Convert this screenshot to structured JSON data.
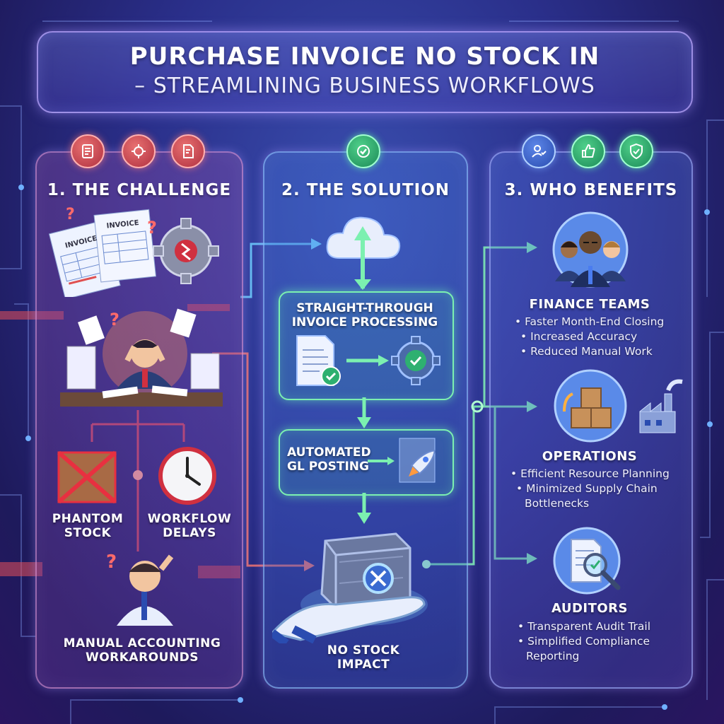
{
  "title": {
    "line1": "PURCHASE INVOICE NO STOCK IN",
    "line2": "– STREAMLINING BUSINESS WORKFLOWS"
  },
  "challenge": {
    "heading": "1. THE CHALLENGE",
    "invoice_label_1": "INVOICE",
    "invoice_label_2": "INVOICE",
    "phantom_stock": [
      "PHANTOM",
      "STOCK"
    ],
    "workflow_delays": [
      "WORKFLOW",
      "DELAYS"
    ],
    "manual_accounting": [
      "MANUAL ACCOUNTING",
      "WORKAROUNDS"
    ]
  },
  "solution": {
    "heading": "2. THE SOLUTION",
    "straight_through": [
      "STRAIGHT-THROUGH",
      "INVOICE PROCESSING"
    ],
    "automated_gl": [
      "AUTOMATED",
      "GL POSTING"
    ],
    "no_stock": [
      "NO STOCK",
      "IMPACT"
    ]
  },
  "benefits": {
    "heading": "3. WHO BENEFITS",
    "groups": [
      {
        "title": "FINANCE TEAMS",
        "items": [
          "• Faster Month-End Closing",
          "• Increased Accuracy",
          "• Reduced Manual Work"
        ]
      },
      {
        "title": "OPERATIONS",
        "items": [
          "• Efficient Resource Planning",
          "• Minimized Supply Chain",
          "Bottlenecks"
        ]
      },
      {
        "title": "AUDITORS",
        "items": [
          "• Transparent Audit Trail",
          "• Simplified Compliance",
          "Reporting"
        ]
      }
    ]
  },
  "colors": {
    "accent_green": "#7cf0b0",
    "accent_red": "#e85060",
    "accent_blue": "#4a7cf0"
  }
}
